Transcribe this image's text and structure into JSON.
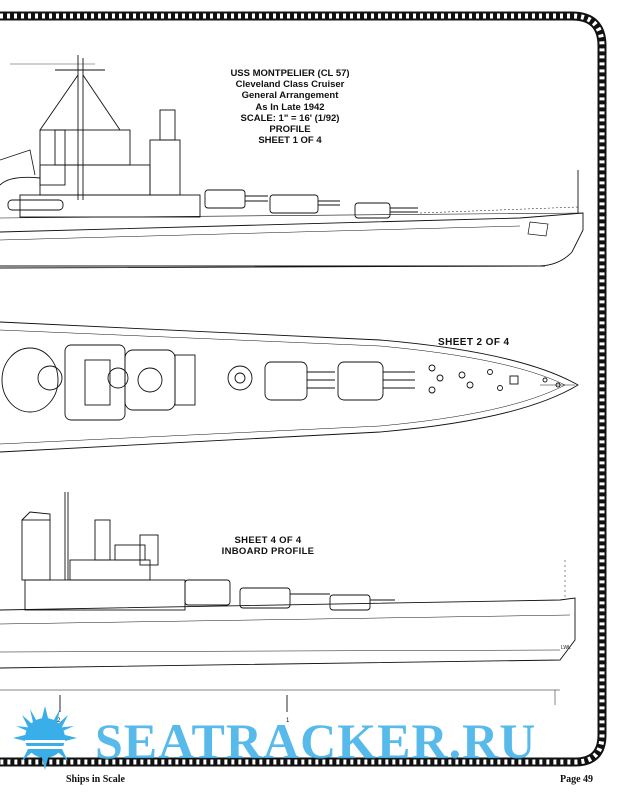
{
  "title_block": {
    "line1": "USS MONTPELIER (CL 57)",
    "line2": "Cleveland Class Cruiser",
    "line3": "General Arrangement",
    "line4": "As In Late 1942",
    "line5": "SCALE: 1\" = 16' (1/92)",
    "line6": "PROFILE",
    "line7": "SHEET 1 OF 4"
  },
  "sheet2_label": "SHEET 2 OF 4",
  "sheet4": {
    "line1": "SHEET 4 OF 4",
    "line2": "INBOARD PROFILE"
  },
  "drawing_marks": {
    "lwl": "LWL",
    "station_1": "1",
    "station_2": "2"
  },
  "watermark": {
    "text": "SEATRACKER.RU",
    "color": "#3aaee8"
  },
  "footer": {
    "publication": "Ships in Scale",
    "page": "Page 49"
  },
  "colors": {
    "ink": "#111111",
    "paper": "#ffffff",
    "watermark": "#3aaee8"
  }
}
